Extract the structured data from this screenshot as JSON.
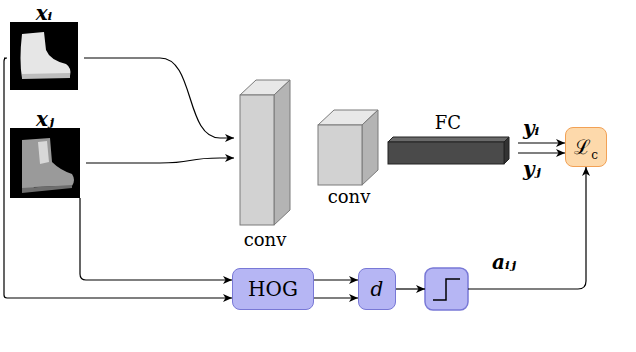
{
  "diagram": {
    "nodes": [
      {
        "text": [
          "xᵢ"
        ]
      },
      {
        "text": [
          "xⱼ"
        ]
      },
      {
        "text": [
          "conv"
        ]
      },
      {
        "text": [
          "conv"
        ]
      },
      {
        "text": [
          "FC"
        ]
      },
      {
        "text": [
          "ℒc"
        ]
      },
      {
        "text": [
          "HOG"
        ]
      },
      {
        "text": [
          "d"
        ]
      }
    ],
    "edges": [
      {
        "from": 0,
        "to": 2,
        "arrow": "to"
      },
      {
        "from": 1,
        "to": 2,
        "arrow": "to"
      },
      {
        "from": 0,
        "to": 6,
        "arrow": "to"
      },
      {
        "from": 1,
        "to": 6,
        "arrow": "to"
      },
      {
        "from": 4,
        "to": 5,
        "label": "yᵢ",
        "arrow": "to"
      },
      {
        "from": 4,
        "to": 5,
        "label": "yⱼ",
        "arrow": "to"
      },
      {
        "from": 6,
        "to": 7,
        "arrow": "to"
      },
      {
        "from": 6,
        "to": 7,
        "arrow": "to"
      }
    ],
    "labels": [
      "aᵢⱼ"
    ]
  }
}
